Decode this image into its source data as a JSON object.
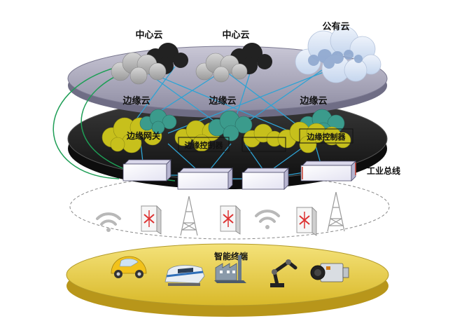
{
  "top_layer": {
    "clouds": [
      {
        "label": "中心云",
        "kind": "center"
      },
      {
        "label": "中心云",
        "kind": "center"
      },
      {
        "label": "公有云",
        "kind": "public"
      }
    ]
  },
  "edge_cloud_labels": [
    "边缘云",
    "边缘云",
    "边缘云"
  ],
  "edge_layer": {
    "gateway": "边缘网关",
    "controller_1": "边缘控制器",
    "partial_box": "",
    "controller_2": "边缘控制器"
  },
  "bus_label": "工业总线",
  "terminal_label": "智能终端",
  "colors": {
    "top_disc": "#a9a7b9",
    "edge_disc": "#2b2b2b",
    "terminal_disc": "#e9d24a",
    "link_blue": "#2ea3d4",
    "link_green": "#1e9e56",
    "gateway_cloud": "#c7c01c",
    "edge_cloud_teal": "#3b9b8c"
  },
  "icons": [
    "wifi-icon",
    "router-icon",
    "antenna-tower-icon",
    "router-icon",
    "wifi-icon",
    "router-icon",
    "antenna-tower-icon",
    "car-icon",
    "train-icon",
    "factory-icon",
    "robot-arm-icon",
    "camera-icon"
  ]
}
